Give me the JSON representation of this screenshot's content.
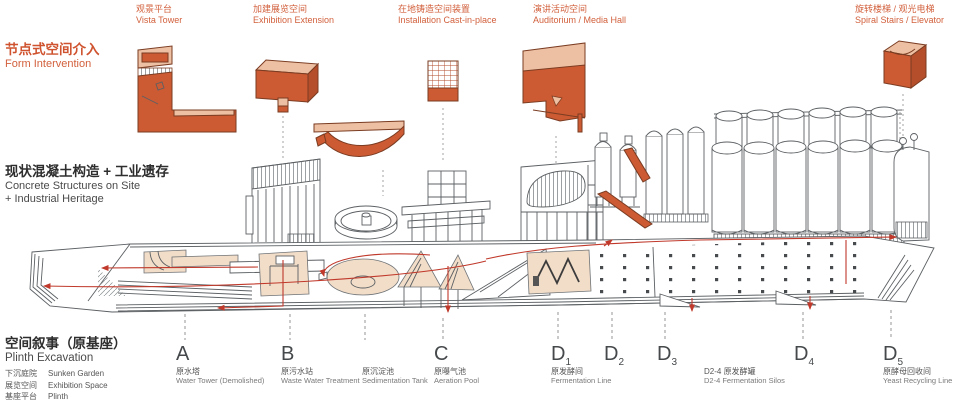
{
  "colors": {
    "accent": "#cc5a33",
    "accent_light": "#eec0a3",
    "flow_red": "#c0392b",
    "label_red": "#d2603c",
    "ink": "#2e2e2e",
    "line_gray": "#5c6063"
  },
  "sections": {
    "form": {
      "zh": "节点式空间介入",
      "en": "Form Intervention"
    },
    "concrete": {
      "zh": "现状混凝土构造 + 工业遗存",
      "en1": "Concrete Structures on Site",
      "en2": "+ Industrial Heritage"
    },
    "plinth": {
      "zh": "空间叙事（原基座）",
      "en": "Plinth Excavation",
      "legend": [
        {
          "zh": "下沉庭院",
          "en": "Sunken Garden"
        },
        {
          "zh": "展览空间",
          "en": "Exhibition Space"
        },
        {
          "zh": "基座平台",
          "en": "Plinth"
        }
      ]
    }
  },
  "top_labels": [
    {
      "zh": "观景平台",
      "en": "Vista Tower"
    },
    {
      "zh": "加建展览空间",
      "en": "Exhibition Extension"
    },
    {
      "zh": "在地铸造空间装置",
      "en": "Installation Cast-in-place"
    },
    {
      "zh": "演讲活动空间",
      "en": "Auditorium / Media Hall"
    },
    {
      "zh": "旋转楼梯 / 观光电梯",
      "en": "Spiral Stairs / Elevator"
    }
  ],
  "bottom_labels": [
    {
      "letter": "A",
      "sub": "",
      "zh": "原水塔",
      "en": "Water Tower (Demolished)"
    },
    {
      "letter": "B",
      "sub": "",
      "zh": "原污水站",
      "en": "Waste Water Treatment"
    },
    {
      "letter": "",
      "sub": "",
      "zh": "原沉淀池",
      "en": "Sedimentation Tank"
    },
    {
      "letter": "C",
      "sub": "",
      "zh": "原曝气池",
      "en": "Aeration Pool"
    },
    {
      "letter": "D",
      "sub": "1",
      "zh": "原发酵间",
      "en": "Fermentation Line"
    },
    {
      "letter": "D",
      "sub": "2",
      "zh": "",
      "en": ""
    },
    {
      "letter": "D",
      "sub": "3",
      "zh": "",
      "en": ""
    },
    {
      "letter": "",
      "sub": "",
      "zh": "D2-4 原发酵罐",
      "en": "D2-4 Fermentation Silos"
    },
    {
      "letter": "D",
      "sub": "4",
      "zh": "",
      "en": ""
    },
    {
      "letter": "D",
      "sub": "5",
      "zh": "原酵母回收间",
      "en": "Yeast Recycling Line"
    }
  ]
}
